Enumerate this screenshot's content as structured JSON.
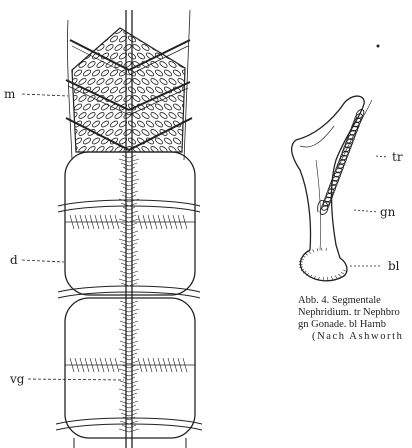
{
  "figure": {
    "labels": {
      "m": "m",
      "d": "d",
      "vg": "vg",
      "tr": "tr",
      "gn": "gn",
      "bl": "bl"
    },
    "caption": {
      "line1": "Abb. 4.   Segmentale",
      "line2": "Nephridium. tr Nephbro",
      "line3": "gn Gonade.   bl Harnb",
      "line4": "(Nach Ashworth"
    }
  },
  "colors": {
    "ink": "#222222",
    "paper": "#ffffff"
  }
}
